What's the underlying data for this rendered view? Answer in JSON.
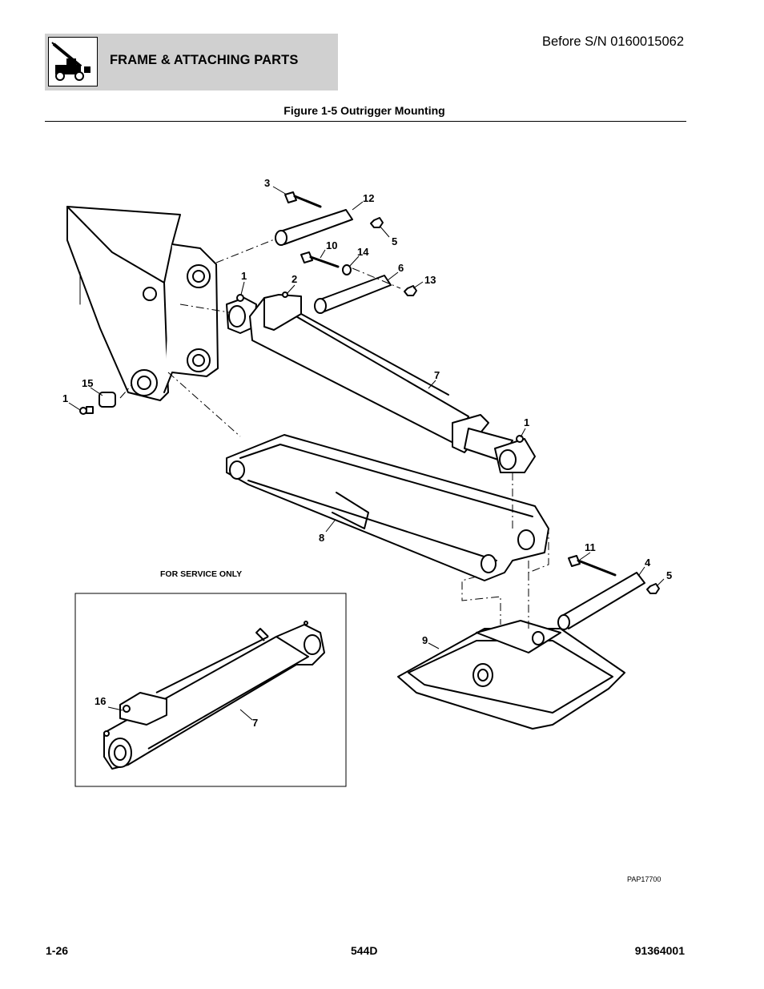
{
  "header": {
    "section_title": "FRAME & ATTACHING PARTS",
    "serial_note": "Before S/N 0160015062"
  },
  "figure": {
    "title": "Figure 1-5 Outrigger Mounting",
    "service_note": "FOR SERVICE ONLY",
    "figure_code": "PAP17700",
    "callouts": {
      "c3": "3",
      "c12": "12",
      "c5a": "5",
      "c10": "10",
      "c14": "14",
      "c6": "6",
      "c13": "13",
      "c1a": "1",
      "c2": "2",
      "c15": "15",
      "c1b": "1",
      "c7a": "7",
      "c1c": "1",
      "c8": "8",
      "c11": "11",
      "c4": "4",
      "c5b": "5",
      "c9": "9",
      "c16": "16",
      "c7b": "7"
    }
  },
  "footer": {
    "page_number": "1-26",
    "model": "544D",
    "manual_number": "91364001"
  }
}
